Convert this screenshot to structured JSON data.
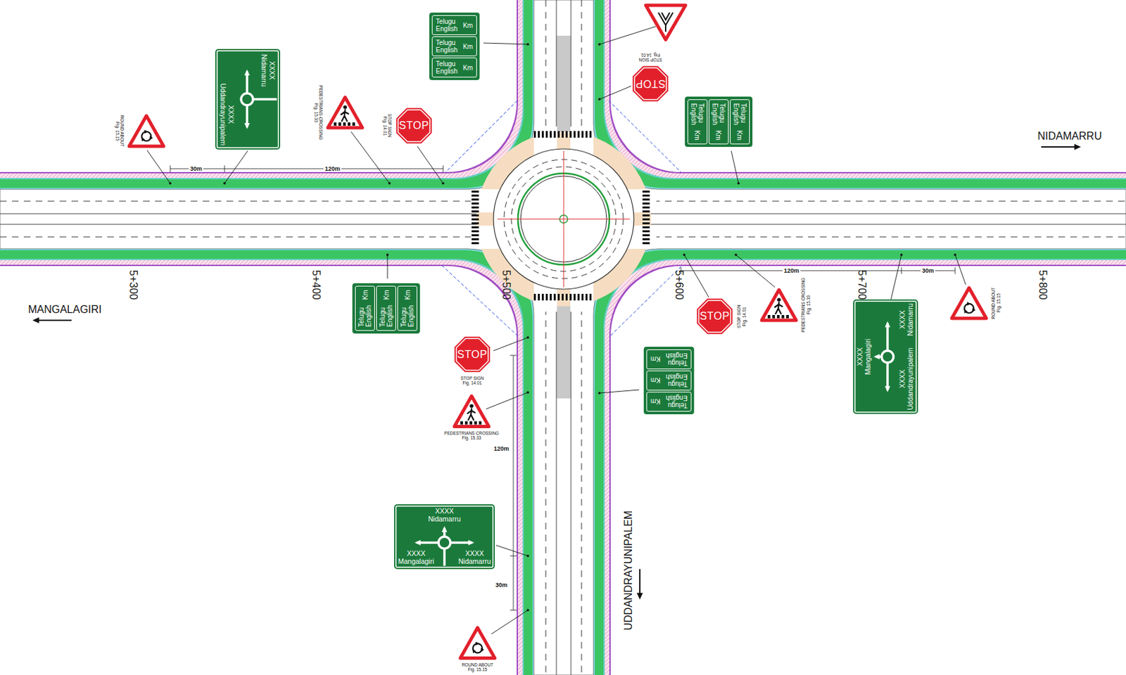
{
  "diagram": {
    "nodes": [
      {
        "text": [
          "Telugu English",
          "Km",
          "Telugu English",
          "Km",
          "Telugu English",
          "Km"
        ]
      },
      {
        "text": [
          "STOP",
          "STOP SIGN Fig. 14.01"
        ]
      },
      {
        "text": [
          "XXXX Nidamarru",
          "XXXX Uddandrayunipalem"
        ]
      },
      {
        "text": [
          "PEDESTRIANS CROSSING Fig. 15.33"
        ]
      },
      {
        "text": [
          "Telugu English",
          "Km",
          "Telugu English",
          "Km",
          "Telugu English",
          "Km"
        ]
      },
      {
        "text": [
          "STOP",
          "STOP SIGN Fig. 14.01"
        ]
      },
      {
        "text": [
          "ROUND ABOUT Fig. 15.15"
        ]
      },
      {
        "text": [
          "ROUND ABOUT Fig. 15.15"
        ]
      },
      {
        "text": [
          "PEDESTRIANS CROSSING Fig. 15.33"
        ]
      },
      {
        "text": [
          "Telugu English",
          "Km",
          "Telugu English",
          "Km",
          "Telugu English",
          "Km"
        ]
      },
      {
        "text": [
          "STOP",
          "STOP SIGN Fig. 14.01"
        ]
      },
      {
        "text": [
          "XXXX Mangalagiri",
          "XXXX Uddandrayunipalem",
          "XXXX Nidamarru"
        ]
      },
      {
        "text": [
          "STOP",
          "STOP SIGN Fig. 14.01"
        ]
      },
      {
        "text": [
          "Telugu English",
          "Km",
          "Telugu English",
          "Km",
          "Telugu English",
          "Km"
        ]
      },
      {
        "text": [
          "PEDESTRIANS CROSSING Fig. 15.33"
        ]
      },
      {
        "text": [
          "XXXX Nidamarru",
          "XXXX Mangalagiri",
          "XXXX Nidamarru"
        ]
      },
      {
        "text": [
          "ROUND ABOUT Fig. 15.15"
        ]
      }
    ],
    "labels": [
      "NIDAMARRU",
      "MANGALAGIRI",
      "UDDANDRAYUNIPALEM",
      "5+300",
      "5+400",
      "5+500",
      "5+600",
      "5+700",
      "5+800",
      "30m",
      "120m",
      "120m",
      "30m",
      "120m",
      "30m"
    ]
  }
}
